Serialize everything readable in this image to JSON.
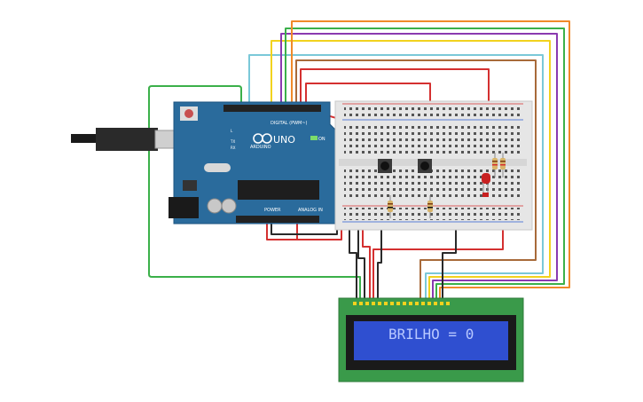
{
  "arduino": {
    "brand": "UNO",
    "logo_text": "ARDUINO",
    "digital_label": "DIGITAL (PWM~)",
    "power_label": "POWER",
    "analog_label": "ANALOG IN",
    "on_label": "ON",
    "tx_label": "TX",
    "rx_label": "RX",
    "l_label": "L",
    "pcb_color": "#2a6b9c"
  },
  "lcd": {
    "display_text": "BRILHO = 0",
    "pcb_color": "#3a9a4a",
    "screen_color": "#2f4fd0",
    "text_color": "#b8c8ff"
  },
  "wire_colors": {
    "red": "#d43030",
    "black": "#2a2a2a",
    "green": "#3bb04a",
    "orange": "#f08a2a",
    "purple": "#8a3ab0",
    "yellow": "#f2d21e",
    "brown": "#a86a3a",
    "cyan": "#7ac8d8"
  }
}
